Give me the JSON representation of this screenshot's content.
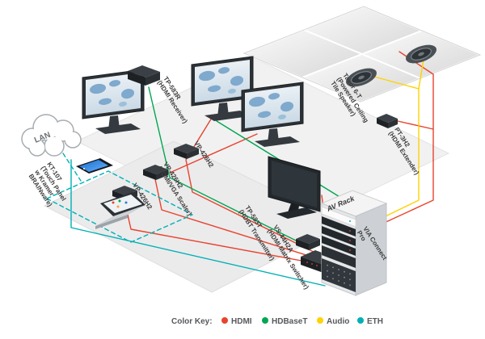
{
  "diagram": {
    "cloud_label": "LAN",
    "labels": {
      "tp583r": {
        "l1": "TP-583R",
        "l2": "(HDMI Receiver)"
      },
      "tavor": {
        "l1": "Tavor 6-T",
        "l2": "(Powered Ceiling",
        "l3": "Tile Speaker)"
      },
      "pt3h2": {
        "l1": "PT-3H2",
        "l2": "(HDMI Extender)"
      },
      "vp_top": {
        "l1": "VP-426H2"
      },
      "vp_mid": {
        "l1": "VP-426H2",
        "l2": "(HDMI/VGA Scaler)"
      },
      "vp_bottom": {
        "l1": "VP-426H2"
      },
      "kt107": {
        "l1": "KT-107",
        "l2": "(Touch Panel",
        "l3": "w Kramer",
        "l4": "BRAINware)"
      },
      "tp583t": {
        "l1": "TP-583T",
        "l2": "(HDBT Transmitter)"
      },
      "vs44h2a": {
        "l1": "VS-44H2A",
        "l2": "(HDMI Matrix Switcher)"
      },
      "av_rack": {
        "l1": "AV Rack"
      },
      "via": {
        "l1": "VIA Connect",
        "l2": "Pro"
      }
    }
  },
  "legend": {
    "label": "Color Key:",
    "items": [
      {
        "name": "HDMI",
        "color": "#e8432d"
      },
      {
        "name": "HDBaseT",
        "color": "#00a651"
      },
      {
        "name": "Audio",
        "color": "#ffd200"
      },
      {
        "name": "ETH",
        "color": "#00b0b5"
      }
    ]
  }
}
